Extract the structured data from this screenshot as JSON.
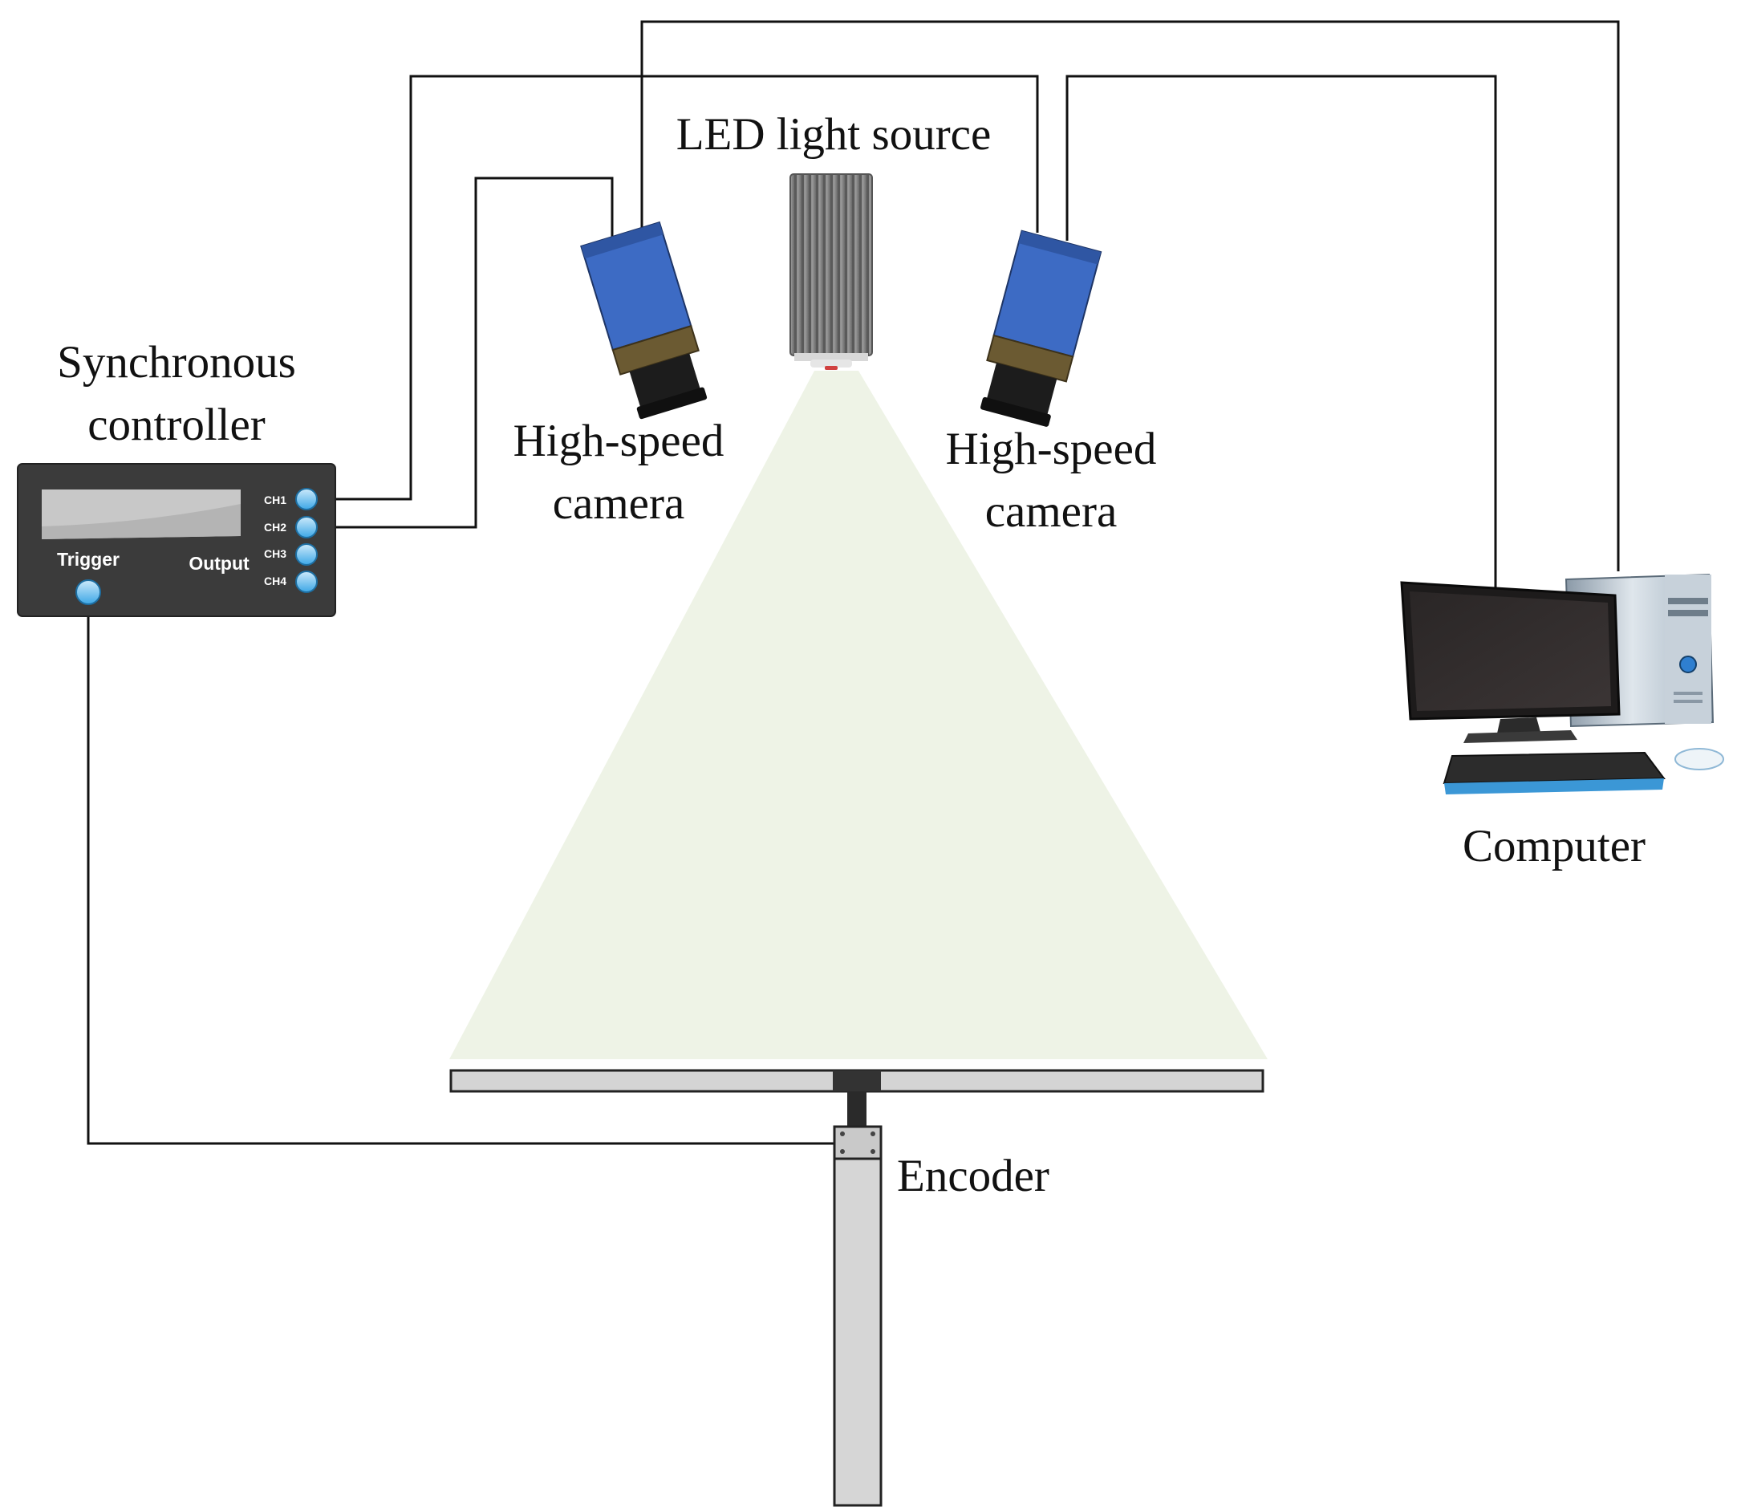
{
  "labels": {
    "led_light_source": "LED light source",
    "sync_controller_line1": "Synchronous",
    "sync_controller_line2": "controller",
    "camera_left_line1": "High-speed",
    "camera_left_line2": "camera",
    "camera_right_line1": "High-speed",
    "camera_right_line2": "camera",
    "computer": "Computer",
    "encoder": "Encoder"
  },
  "controller_panel": {
    "trigger": "Trigger",
    "output": "Output",
    "channels": [
      "CH1",
      "CH2",
      "CH3",
      "CH4"
    ]
  },
  "colors": {
    "wire": "#111111",
    "camera_body": "#3d6bc4",
    "controller_body": "#3b3b3b",
    "light_cone": "#eef3e6",
    "port": "#59b8ef"
  }
}
